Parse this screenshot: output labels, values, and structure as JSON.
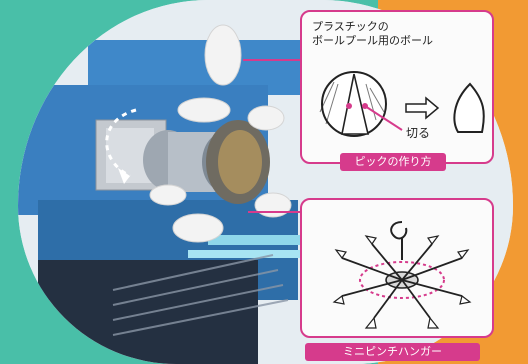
{
  "callouts": {
    "top": {
      "title_line1": "プラスチックの",
      "title_line2": "ボールプール用のボール",
      "cut_label": "切る",
      "banner": "ピックの作り方"
    },
    "bottom": {
      "banner": "ミニピンチハンガー"
    }
  },
  "colors": {
    "teal": "#49bfa8",
    "orange": "#f29a33",
    "accent": "#d63b8c"
  }
}
